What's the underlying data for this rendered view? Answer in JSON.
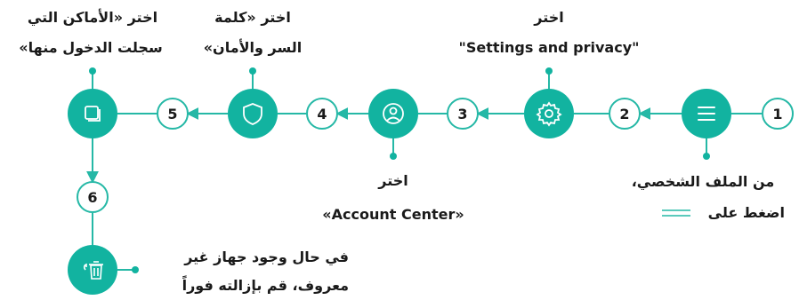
{
  "colors": {
    "teal": "#12b3a0",
    "line": "#25b8a6",
    "text": "#1a1a1a"
  },
  "steps": [
    {
      "number": "1"
    },
    {
      "number": "2"
    },
    {
      "number": "3"
    },
    {
      "number": "4"
    },
    {
      "number": "5"
    },
    {
      "number": "6"
    }
  ],
  "icons": [
    "menu-icon",
    "settings-gear-icon",
    "account-user-icon",
    "shield-icon",
    "copy-layers-icon",
    "device-remove-icon"
  ],
  "labels": {
    "step1": {
      "line1": "من الملف الشخصي،",
      "line2": "اضغط على"
    },
    "step2": {
      "line1": "اختر",
      "line2": "\"Settings and privacy\""
    },
    "step3": {
      "line1": "اختر",
      "line2": "«Account Center»"
    },
    "step4": {
      "line1": "اختر «كلمة",
      "line2": "السر والأمان»"
    },
    "step5": {
      "line1": "اختر «الأماكن التي",
      "line2": "سجلت الدخول منها»"
    },
    "step6": {
      "line1": "في حال وجود جهاز غير",
      "line2": "معروف، قم بإزالته فوراً"
    }
  }
}
